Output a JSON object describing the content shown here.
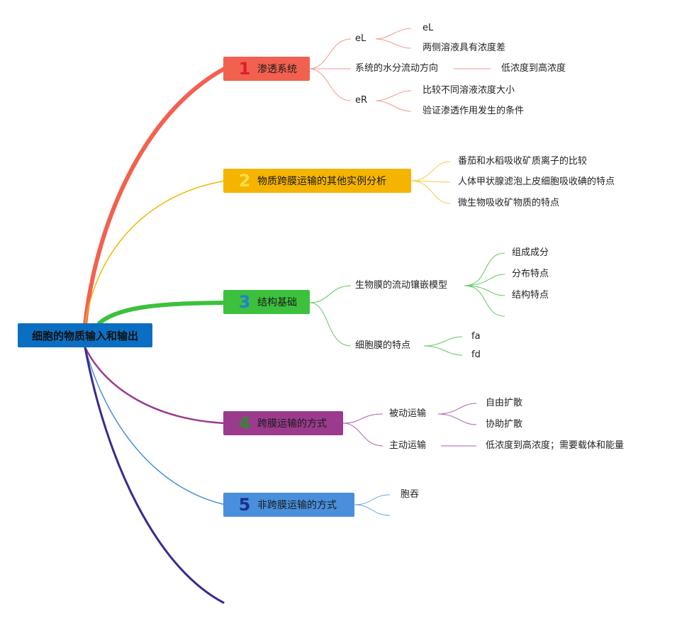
{
  "root": {
    "label": "细胞的物质输入和输出",
    "color": "#0a6fc2"
  },
  "branches": [
    {
      "num": "1",
      "label": "渗透系统",
      "color": "#f2614f",
      "num_color": "#d9202a",
      "children": [
        {
          "label": "eL",
          "children": [
            "eL",
            "两侧溶液具有浓度差"
          ]
        },
        {
          "label": "系统的水分流动方向",
          "children": [
            "低浓度到高浓度"
          ]
        },
        {
          "label": "eR",
          "children": [
            "比较不同溶液浓度大小",
            "验证渗透作用发生的条件"
          ]
        }
      ]
    },
    {
      "num": "2",
      "label": "物质跨膜运输的其他实例分析",
      "color": "#f5b400",
      "num_color": "#f7e04a",
      "children": [
        {
          "label": "番茄和水稻吸收矿质离子的比较"
        },
        {
          "label": "人体甲状腺滤泡上皮细胞吸收碘的特点"
        },
        {
          "label": "微生物吸收矿物质的特点"
        }
      ]
    },
    {
      "num": "3",
      "label": "结构基础",
      "color": "#3dc13d",
      "num_color": "#1f7fd8",
      "children": [
        {
          "label": "生物膜的流动镶嵌模型",
          "children": [
            "组成成分",
            "分布特点",
            "结构特点",
            ""
          ]
        },
        {
          "label": "细胞膜的特点",
          "children": [
            "fa",
            "fd"
          ]
        }
      ]
    },
    {
      "num": "4",
      "label": "跨膜运输的方式",
      "color": "#9b3b8d",
      "num_color": "#2e8b2e",
      "children": [
        {
          "label": "被动运输",
          "children": [
            "自由扩散",
            "协助扩散"
          ]
        },
        {
          "label": "主动运输",
          "children": [
            "低浓度到高浓度；需要载体和能量"
          ]
        }
      ]
    },
    {
      "num": "5",
      "label": "非跨膜运输的方式",
      "color": "#4a8fdc",
      "num_color": "#1b2f8f",
      "children": [
        {
          "label": "胞吞"
        },
        {
          "label": ""
        }
      ]
    }
  ],
  "colors": {
    "extra_branch": "#3b2a8f"
  }
}
